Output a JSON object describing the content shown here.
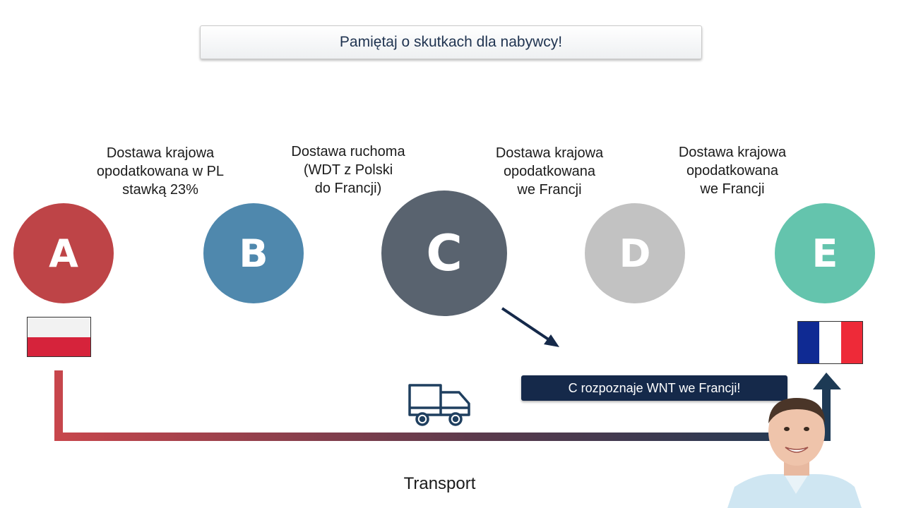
{
  "banner": {
    "text": "Pamiętaj o skutkach dla nabywcy!"
  },
  "parties": [
    {
      "letter": "A",
      "color": "#be4447",
      "label": "Dostawa krajowa\nopodatkowana w PL\nstawką 23%"
    },
    {
      "letter": "B",
      "color": "#4f88ad",
      "label": "Dostawa ruchoma\n(WDT z Polski\ndo Francji)"
    },
    {
      "letter": "C",
      "color": "#59636f",
      "label": "Dostawa krajowa\nopodatkowana\nwe Francji"
    },
    {
      "letter": "D",
      "color": "#c2c2c2",
      "label": "Dostawa krajowa\nopodatkowana\nwe Francji"
    },
    {
      "letter": "E",
      "color": "#64c4ad",
      "label": ""
    }
  ],
  "flags": {
    "poland": {
      "colors": [
        "#f2f2f2",
        "#d6233b"
      ]
    },
    "france": {
      "colors": [
        "#0f2a93",
        "#ffffff",
        "#ee2a38"
      ]
    }
  },
  "callout": {
    "text": "C rozpoznaje WNT we Francji!"
  },
  "transport": {
    "label": "Transport",
    "icon": "truck-icon"
  },
  "colors": {
    "arrow_start": "#c8464c",
    "arrow_end": "#1d3a55",
    "accent_navy": "#15294a"
  }
}
